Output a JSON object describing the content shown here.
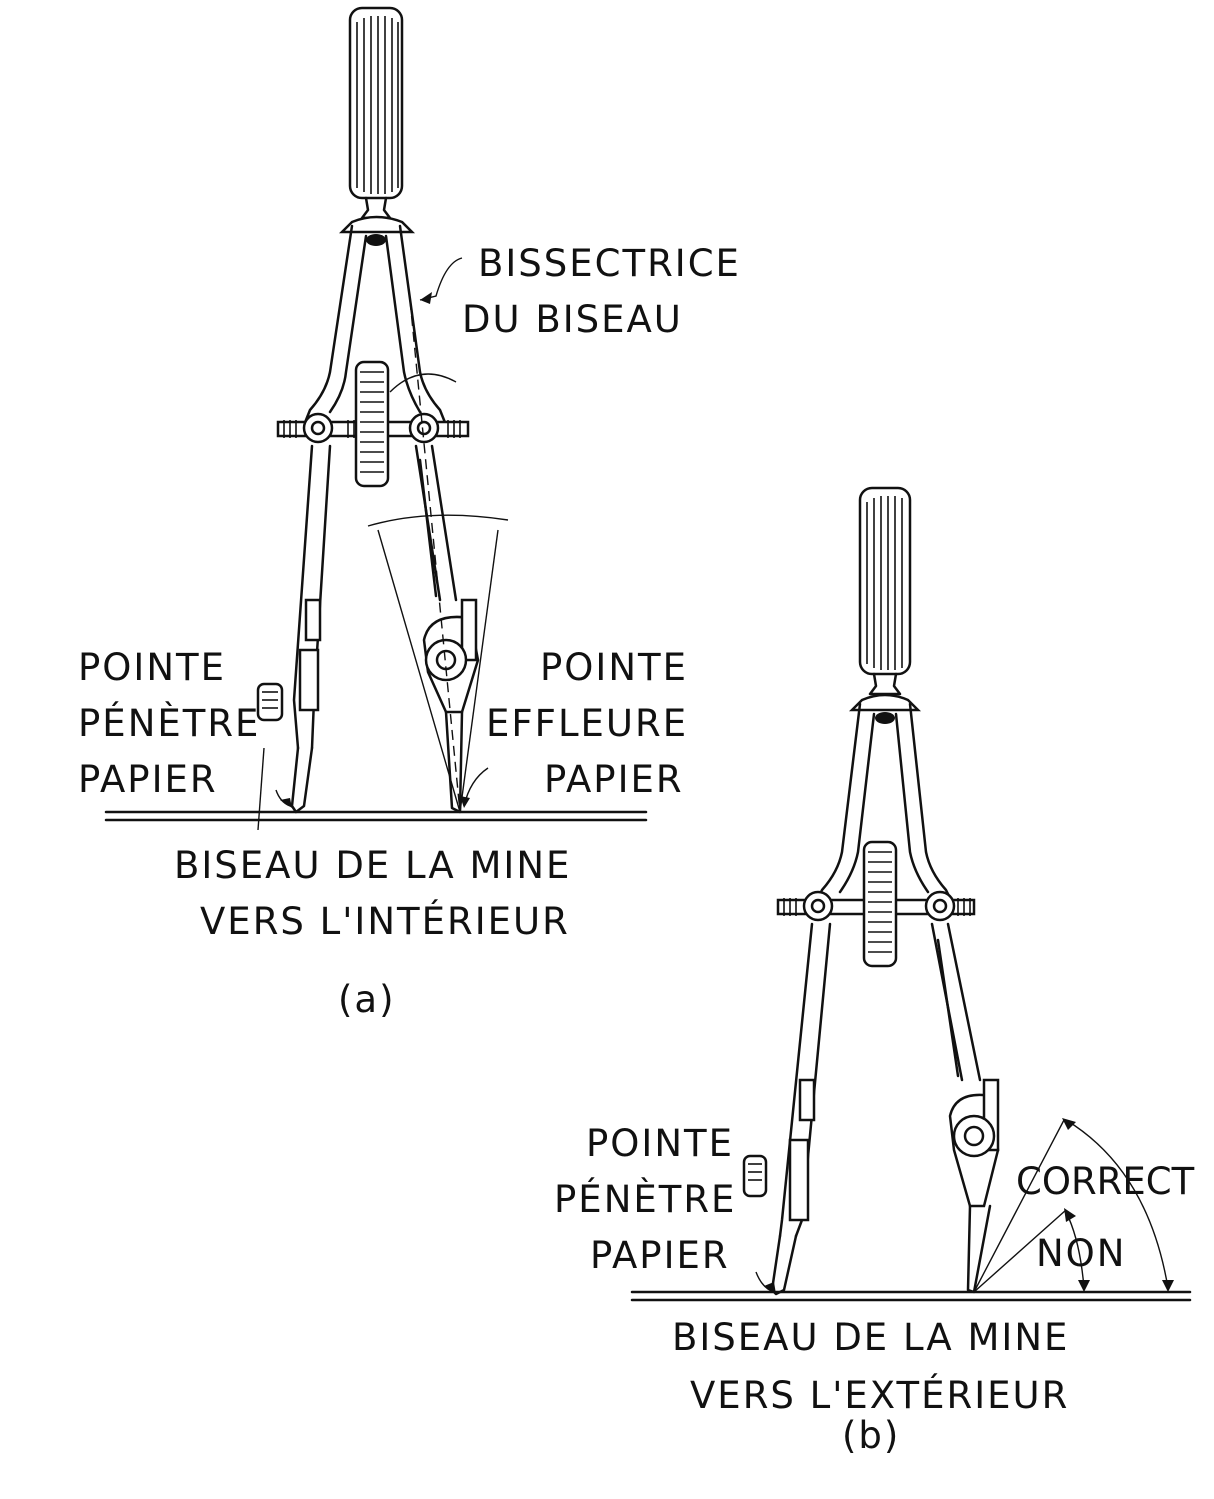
{
  "figure_a": {
    "label": "(a)",
    "bisector_label_line1": "BISSECTRICE",
    "bisector_label_line2": "DU BISEAU",
    "left_note": [
      "POINTE",
      "PÉNÈTRE",
      "PAPIER"
    ],
    "right_note": [
      "POINTE",
      "EFFLEURE",
      "PAPIER"
    ],
    "caption_line1": "BISEAU DE LA MINE",
    "caption_line2": "VERS L'INTÉRIEUR"
  },
  "figure_b": {
    "label": "(b)",
    "left_note": [
      "POINTE",
      "PÉNÈTRE",
      "PAPIER"
    ],
    "correct_label": "CORRECT",
    "non_label": "NON",
    "caption_line1": "BISEAU DE LA MINE",
    "caption_line2": "VERS L'EXTÉRIEUR"
  }
}
